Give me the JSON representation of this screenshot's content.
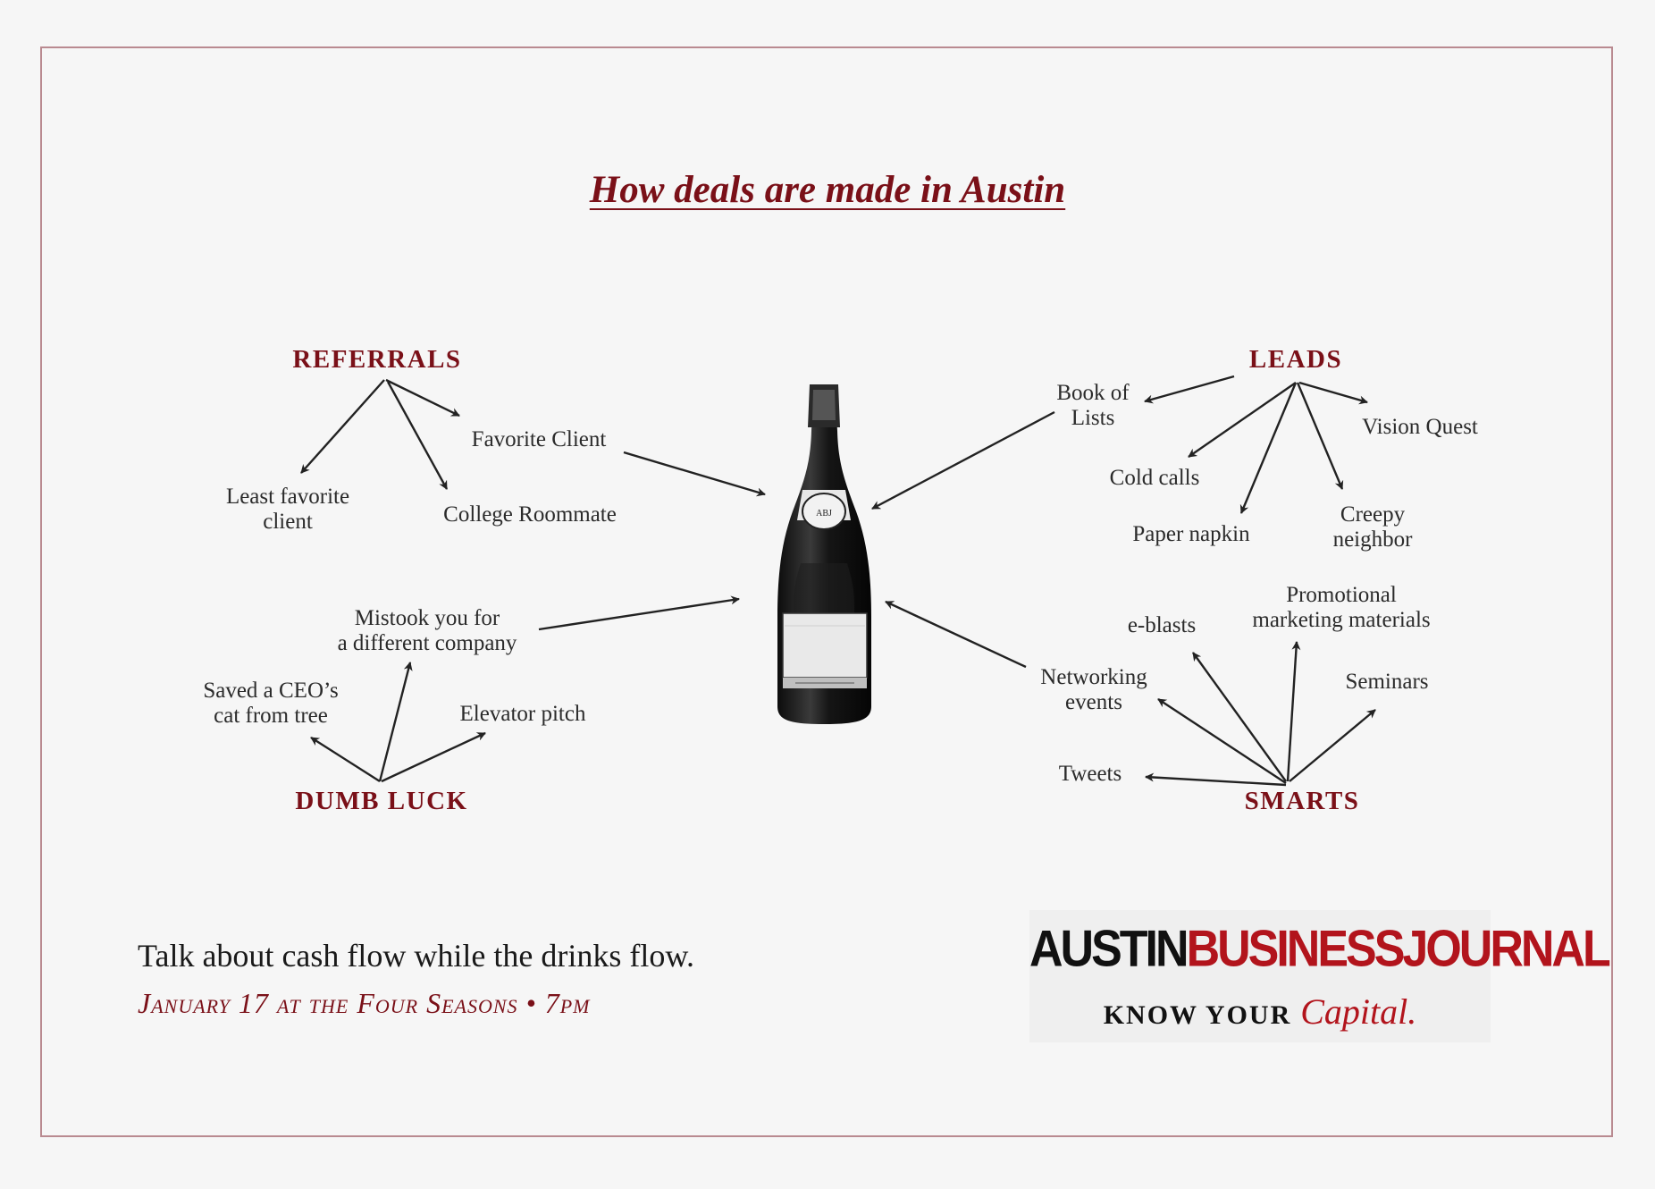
{
  "title": "How deals are made in Austin",
  "categories": {
    "referrals": "REFERRALS",
    "leads": "LEADS",
    "dumb_luck": "DUMB LUCK",
    "smarts": "SMARTS"
  },
  "referrals_items": {
    "favorite_client": "Favorite Client",
    "least_favorite": "Least favorite\nclient",
    "college_roommate": "College Roommate"
  },
  "leads_items": {
    "book_of_lists": "Book of\nLists",
    "vision_quest": "Vision Quest",
    "cold_calls": "Cold calls",
    "paper_napkin": "Paper napkin",
    "creepy_neighbor": "Creepy\nneighbor"
  },
  "dumb_luck_items": {
    "mistook": "Mistook you for\na different company",
    "saved_cat": "Saved a CEO’s\ncat from tree",
    "elevator_pitch": "Elevator pitch"
  },
  "smarts_items": {
    "promotional": "Promotional\nmarketing materials",
    "e_blasts": "e-blasts",
    "seminars": "Seminars",
    "networking": "Networking\nevents",
    "tweets": "Tweets"
  },
  "tagline": "Talk about cash flow while the drinks flow.",
  "event": "January 17 at the Four Seasons • 7pm",
  "logo": {
    "name_part1": "AUSTIN",
    "name_part2": "BUSINESSJOURNAL",
    "tag_part1": "KNOW YOUR",
    "tag_part2": "Capital."
  },
  "colors": {
    "accent": "#7a1018",
    "frame": "#b98a90",
    "logo_red": "#b2141c"
  },
  "icons": [
    "champagne-bottle-icon"
  ]
}
